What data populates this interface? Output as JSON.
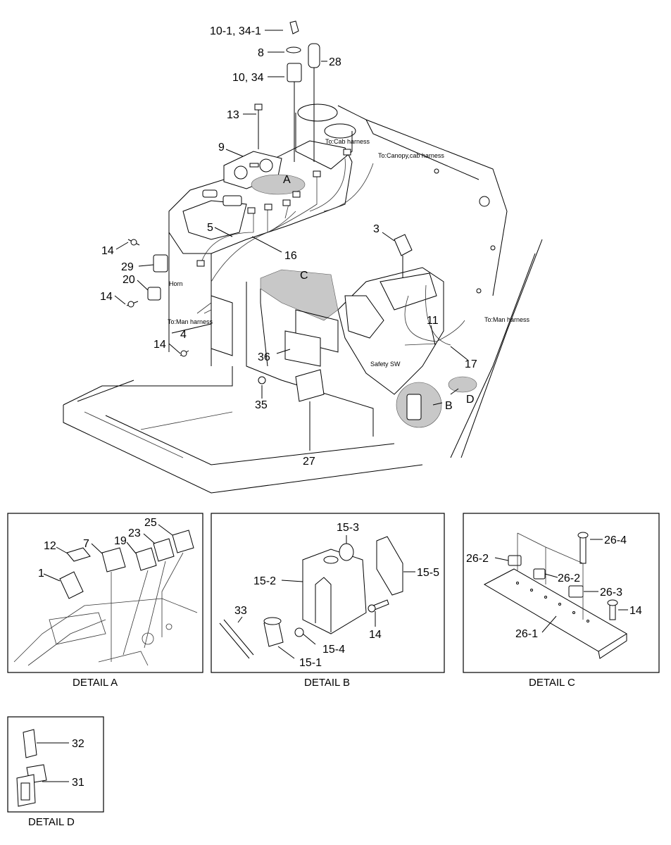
{
  "main": {
    "callouts": {
      "c10_1": "10-1, 34-1",
      "c8": "8",
      "c28": "28",
      "c10": "10, 34",
      "c13": "13",
      "c9": "9",
      "cA": "A",
      "c5": "5",
      "c16": "16",
      "c14a": "14",
      "c29": "29",
      "c20": "20",
      "c14b": "14",
      "c4": "4",
      "c14c": "14",
      "c3": "3",
      "cC": "C",
      "c36": "36",
      "c35": "35",
      "c27": "27",
      "c11": "11",
      "c17": "17",
      "cB": "B",
      "cD": "D"
    },
    "notes": {
      "cab_harness": "To:Cab harness",
      "canopy_harness": "To:Canopy,cab harness",
      "horn": "Horn",
      "main_harness_left": "To:Man harness",
      "main_harness_right": "To:Man harness",
      "safety_sw": "Safety SW"
    }
  },
  "detail_a": {
    "caption": "DETAIL A",
    "callouts": {
      "c12": "12",
      "c7": "7",
      "c19": "19",
      "c23": "23",
      "c25": "25",
      "c1": "1"
    }
  },
  "detail_b": {
    "caption": "DETAIL B",
    "callouts": {
      "c15_3": "15-3",
      "c15_2": "15-2",
      "c15_5": "15-5",
      "c33": "33",
      "c15_4": "15-4",
      "c14": "14",
      "c15_1": "15-1"
    }
  },
  "detail_c": {
    "caption": "DETAIL C",
    "callouts": {
      "c26_4": "26-4",
      "c26_2a": "26-2",
      "c26_2b": "26-2",
      "c26_3": "26-3",
      "c14": "14",
      "c26_1": "26-1"
    }
  },
  "detail_d": {
    "caption": "DETAIL D",
    "callouts": {
      "c32": "32",
      "c31": "31"
    }
  }
}
